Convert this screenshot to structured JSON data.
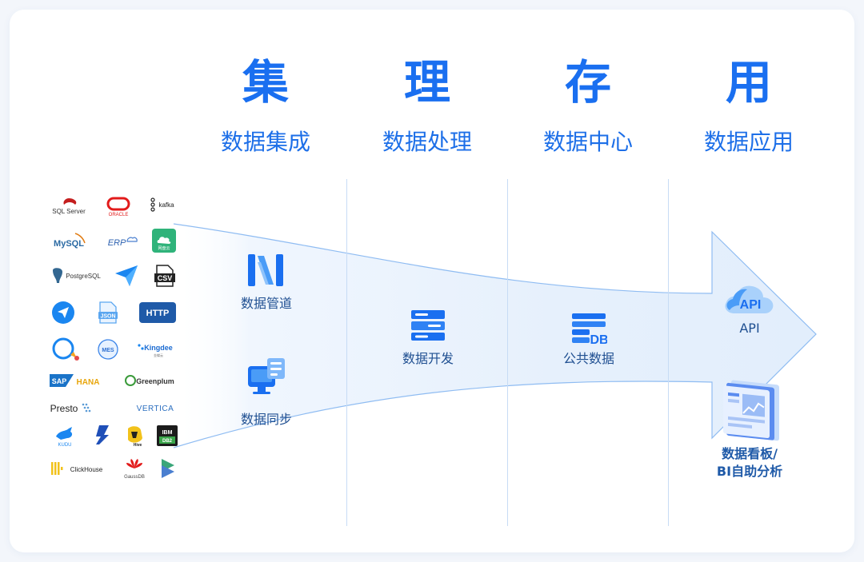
{
  "stages": [
    {
      "char": "集",
      "title": "数据集成"
    },
    {
      "char": "理",
      "title": "数据处理"
    },
    {
      "char": "存",
      "title": "数据中心"
    },
    {
      "char": "用",
      "title": "数据应用"
    }
  ],
  "nodes": {
    "pipeline": "数据管道",
    "sync": "数据同步",
    "dev": "数据开发",
    "public": "公共数据",
    "public_icon_text": "DB",
    "api_icon_text": "API",
    "api": "API",
    "dashboard_line1": "数据看板/",
    "dashboard_line2": "BI自助分析"
  },
  "sources": {
    "sqlserver": "SQL Server",
    "oracle": "ORACLE",
    "kafka": "kafka",
    "mysql": "MySQL",
    "erp": "ERP",
    "cloud": "网盘云",
    "postgresql": "PostgreSQL",
    "csv": "CSV",
    "json": "JSON",
    "http": "HTTP",
    "mes": "MES",
    "kingdee": "Kingdee",
    "kingdee_sub": "金蝶云",
    "sap": "SAP",
    "hana": "HANA",
    "greenplum": "Greenplum",
    "presto": "Presto",
    "vertica": "VERTICA",
    "kudu": "KUDU",
    "hive": "Hive",
    "ibm": "IBM",
    "db2": "DB2",
    "clickhouse": "ClickHouse",
    "gaussdb": "GaussDB"
  },
  "colors": {
    "primary": "#1a6ff0",
    "text_blue": "#1f4f91",
    "divider": "#c7dcf5",
    "arrow_edge": "#8fbcf2"
  }
}
